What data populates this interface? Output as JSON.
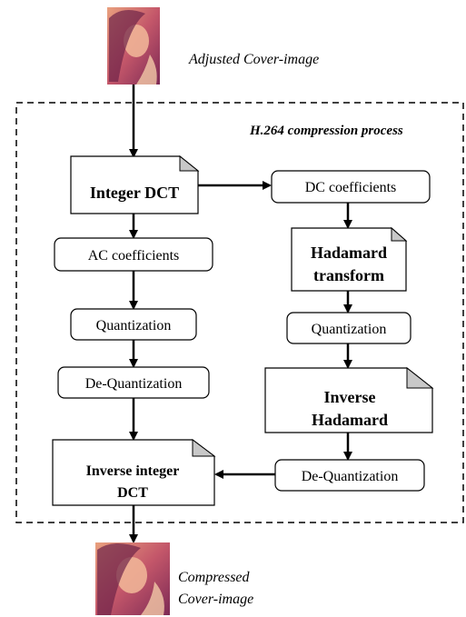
{
  "caption_top": "Adjusted Cover-image",
  "region_label": "H.264 compression process",
  "nodes": {
    "integer_dct": "Integer DCT",
    "dc_coefficients": "DC coefficients",
    "ac_coefficients": "AC coefficients",
    "hadamard_line1": "Hadamard",
    "hadamard_line2": "transform",
    "quantization_left": "Quantization",
    "quantization_right": "Quantization",
    "dequant_left": "De-Quantization",
    "inverse_hadamard_line1": "Inverse",
    "inverse_hadamard_line2": "Hadamard",
    "inverse_dct_line1": "Inverse integer",
    "inverse_dct_line2": "DCT",
    "dequant_right": "De-Quantization"
  },
  "caption_bottom_line1": "Compressed",
  "caption_bottom_line2": "Cover-image"
}
